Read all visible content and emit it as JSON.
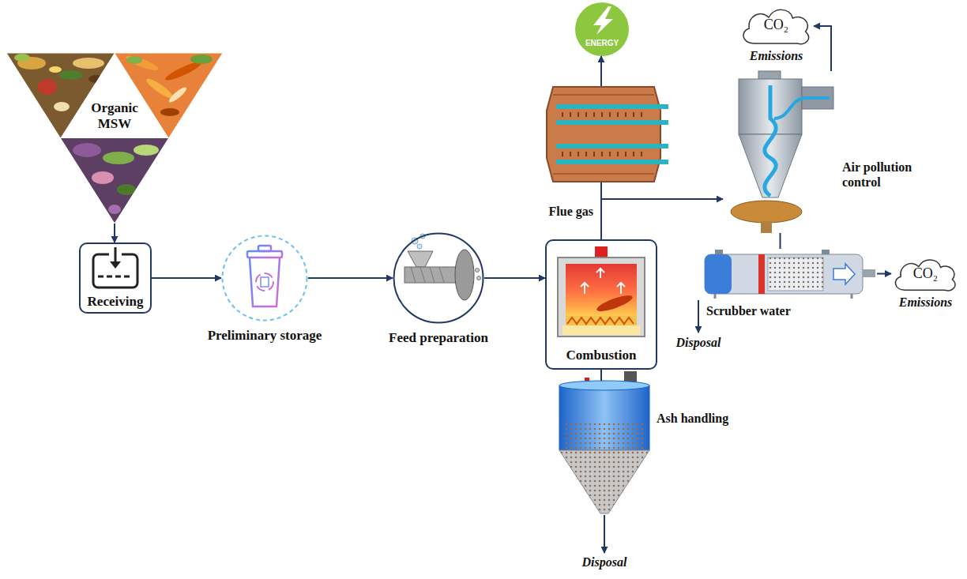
{
  "diagram": {
    "nodes": [
      {
        "text": [
          "Organic MSW"
        ]
      },
      {
        "text": [
          "Receiving"
        ]
      },
      {
        "text": [
          "Preliminary storage"
        ]
      },
      {
        "text": [
          "Feed preparation"
        ]
      },
      {
        "text": [
          "Combustion"
        ]
      },
      {
        "text": [
          "ENERGY"
        ]
      },
      {
        "text": [
          "CO₂",
          "Emissions"
        ]
      },
      {
        "text": [
          "Air pollution control"
        ]
      },
      {
        "text": [
          "Scrubber water"
        ]
      },
      {
        "text": [
          "CO₂",
          "Emissions"
        ]
      },
      {
        "text": [
          "Ash handling"
        ]
      }
    ],
    "edges": [
      {
        "from": 0,
        "to": 1,
        "arrow": "to"
      },
      {
        "from": 1,
        "to": 2,
        "arrow": "to"
      },
      {
        "from": 2,
        "to": 3,
        "arrow": "to"
      },
      {
        "from": 3,
        "to": 4,
        "arrow": "to"
      },
      {
        "from": 4,
        "to": 5,
        "label": "Flue gas",
        "arrow": "to"
      },
      {
        "from": 4,
        "to": 7,
        "arrow": "to"
      },
      {
        "from": 7,
        "to": 6,
        "arrow": "to"
      },
      {
        "from": 7,
        "to": 8,
        "arrow": "none"
      },
      {
        "from": 8,
        "to": 9,
        "arrow": "to"
      },
      {
        "from": 4,
        "to": 10,
        "arrow": "none"
      }
    ],
    "labels": [
      "Disposal",
      "Disposal"
    ]
  }
}
